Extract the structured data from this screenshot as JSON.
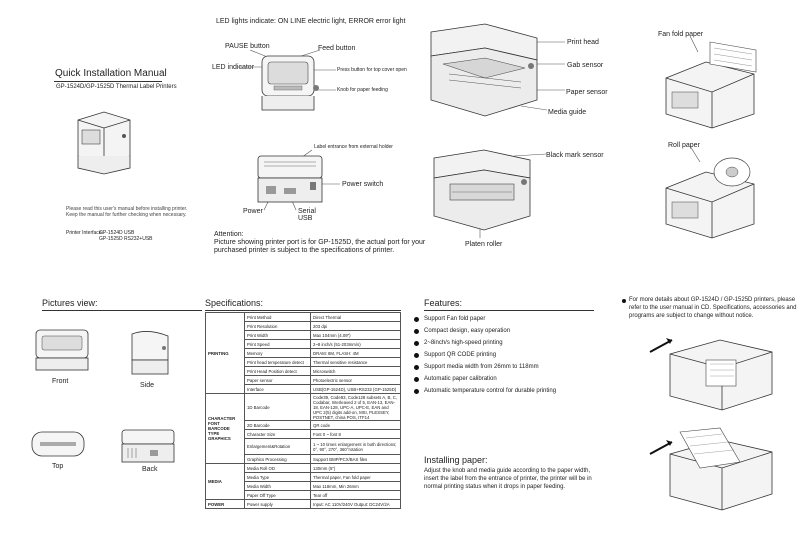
{
  "header": {
    "led_indicate": "LED lights indicate: ON LINE electric light, ERROR error light"
  },
  "cover": {
    "title": "Quick Installation Manual",
    "subtitle": "GP-1524D/GP-1525D Thermal Label Printers",
    "notice_line1": "Please read this user's manual before installing printer.",
    "notice_line2": "Keep the manual for further checking when necessary.",
    "interface_label": "Printer Interface:",
    "interface_line1": "GP-1524D  USB",
    "interface_line2": "GP-1525D  RS232+USB"
  },
  "front_diagram": {
    "pause_button": "PAUSE button",
    "feed_button": "Feed button",
    "led_indicator": "LED indicator",
    "press_button": "Press button for top cover open",
    "knob": "Knob for paper feeding"
  },
  "rear_diagram": {
    "label_entrance": "Label entrance from external holder",
    "power_switch": "Power switch",
    "power": "Power",
    "serial": "Serial",
    "usb": "USB"
  },
  "attention": {
    "title": "Attention:",
    "line1": "Picture showing printer port is for GP-1525D, the actual port for your",
    "line2": "purchased printer is subject to the specifications of printer."
  },
  "open_diagram": {
    "print_head": "Print head",
    "gab_sensor": "Gab sensor",
    "paper_sensor": "Paper sensor",
    "media_guide": "Media guide"
  },
  "open2_diagram": {
    "black_mark": "Black mark sensor",
    "platen_roller": "Platen roller"
  },
  "paper_modes": {
    "fan_fold": "Fan fold paper",
    "roll": "Roll paper"
  },
  "pictures": {
    "heading": "Pictures view:",
    "front": "Front",
    "side": "Side",
    "top": "Top",
    "back": "Back"
  },
  "specs": {
    "heading": "Specifications:",
    "rows": [
      {
        "cat": "",
        "name": "Print Method",
        "value": "Direct Thermal"
      },
      {
        "cat": "",
        "name": "Print Resolution",
        "value": "203 dpi"
      },
      {
        "cat": "",
        "name": "Print Width",
        "value": "Max 104mm (4.09\")"
      },
      {
        "cat": "",
        "name": "Print Speed",
        "value": "2~8 inch/s (51-203mm/s)"
      },
      {
        "cat": "PRINTING",
        "name": "Memory",
        "value": "DRAM: 8M, FLASH: 4M"
      },
      {
        "cat": "",
        "name": "Print head temperature detect",
        "value": "Thermal sensitive resistance"
      },
      {
        "cat": "",
        "name": "Print Head Position detect",
        "value": "Microswitch"
      },
      {
        "cat": "",
        "name": "Paper sensor",
        "value": "Photoelectric sensor"
      },
      {
        "cat": "",
        "name": "Interface",
        "value": "USB(GP-1524D), USB+RS232 (GP-1525D)"
      },
      {
        "cat": "",
        "name": "1D Barcode",
        "value": "Code39, Code93, Code128 subsets A, B, C, Codabar, Interleaved 2 of 5, EAN-13, EAN-18, EAN-128, UPC-A, UPC-E, EAN and UPC 2(5) digits add-on, MSI, PLESSEY, POSTNET, china POS, ITF14"
      },
      {
        "cat": "CHARACTER FONT BARCODE TYPE GRAPHICS",
        "name": "2D Barcode",
        "value": "QR code"
      },
      {
        "cat": "",
        "name": "Character Size",
        "value": "Font 0 ~ font 8"
      },
      {
        "cat": "",
        "name": "Enlargement&Rotation",
        "value": "1 ~ 10 times enlargement in both directions; 0°, 90°, 270°, 360°rotation"
      },
      {
        "cat": "",
        "name": "Graphics Processing",
        "value": "Support BMP/PCX/BAS files"
      },
      {
        "cat": "",
        "name": "Media Roll OD",
        "value": "130mm (5\")"
      },
      {
        "cat": "MEDIA",
        "name": "Media Type",
        "value": "Thermal paper, Fan fold paper"
      },
      {
        "cat": "",
        "name": "Media Width",
        "value": "Max 118mm, Min 26mm"
      },
      {
        "cat": "",
        "name": "Paper Off Type",
        "value": "Tear off"
      },
      {
        "cat": "POWER",
        "name": "Power supply",
        "value": "Input: AC 110V/240V    Output: DC24V/2A"
      }
    ]
  },
  "features": {
    "heading": "Features:",
    "items": [
      "Support Fan fold paper",
      "Compact design, easy operation",
      "2~8inch/s high-speed printing",
      "Support QR CODE printing",
      "Support media width from 26mm to 118mm",
      "Automatic paper calibration",
      "Automatic temperature control for durable printing"
    ]
  },
  "installing": {
    "heading": "Installing paper:",
    "line1": "Adjust the knob and media guide according to the paper width,",
    "line2": "insert the label from the entrance of printer, the printer will be in",
    "line3": "normal printing status when it drops in paper feeding."
  },
  "more_details": {
    "line1": "For more details about GP-1524D / GP-1525D printers, please",
    "line2": "refer to the user manual in CD. Specifications, accessories and",
    "line3": "programs are subject to change without notice."
  }
}
